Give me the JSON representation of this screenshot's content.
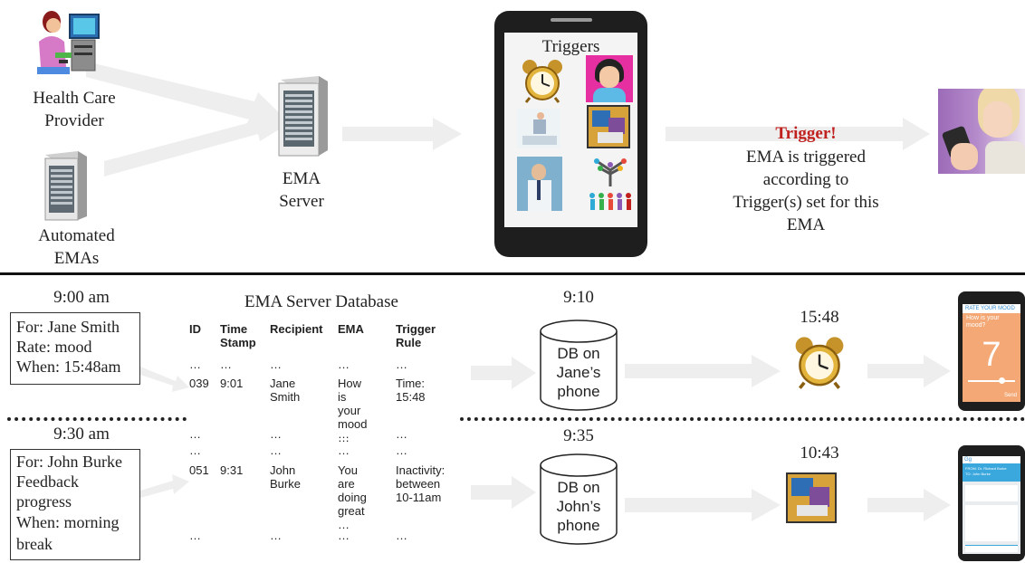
{
  "top": {
    "provider_label": "Health Care\nProvider",
    "automated_label": "Automated\nEMAs",
    "server_label": "EMA\nServer",
    "phone_title": "Triggers",
    "trigger_heading": "Trigger!",
    "trigger_text": "EMA is triggered\naccording to\nTrigger(s) set for this\nEMA"
  },
  "bottom": {
    "time1": "9:00 am",
    "box1": {
      "line1": "For: Jane Smith",
      "line2": "Rate: mood",
      "line3": "When: 15:48am"
    },
    "time2": "9:30 am",
    "box2": {
      "line1": "For: John Burke",
      "line2": "Feedback",
      "line3": "progress",
      "line4": "When: morning",
      "line5": "break"
    },
    "db_title": "EMA Server Database",
    "table": {
      "headers": [
        "ID",
        "Time\nStamp",
        "Recipient",
        "EMA",
        "Trigger\nRule"
      ],
      "ellipsis": "…",
      "row1": {
        "id": "039",
        "time": "9:01",
        "recipient": "Jane\nSmith",
        "ema": "How is\nyour\nmood …",
        "rule": "Time:\n15:48"
      },
      "row2": {
        "id": "051",
        "time": "9:31",
        "recipient": "John\nBurke",
        "ema": "You are\ndoing\ngreat …",
        "rule": "Inactivity:\nbetween\n10-11am"
      }
    },
    "db_time1": "9:10",
    "db1_label": "DB on\nJane’s\nphone",
    "trig_time1": "15:48",
    "db_time2": "9:35",
    "db2_label": "DB on\nJohn’s\nphone",
    "trig_time2": "10:43",
    "phone1": {
      "header": "RATE YOUR MOOD",
      "question": "How is your\nmood?",
      "value": "7",
      "send": "Send"
    },
    "phone2": {
      "header": "FROM: Dr. Richard Burke\nTO: John Burke"
    }
  },
  "colors": {
    "trigger_red": "#c0201e",
    "arrow": "#eeeeee",
    "phone_body": "#1e1e1e",
    "app_orange": "#f3a875"
  }
}
